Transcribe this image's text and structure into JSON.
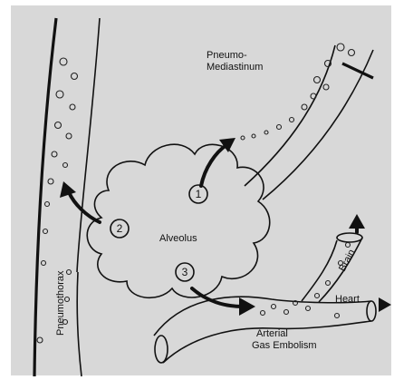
{
  "labels": {
    "pneumo_mediastinum_line1": "Pneumo-",
    "pneumo_mediastinum_line2": "Mediastinum",
    "alveolus": "Alveolus",
    "pneumothorax": "Pneumothorax",
    "brain": "Brain",
    "heart": "Heart",
    "arterial_line1": "Arterial",
    "arterial_line2": "Gas Embolism"
  },
  "markers": [
    "1",
    "2",
    "3"
  ],
  "colors": {
    "background": "#d8d8d8",
    "ink": "#111111"
  }
}
